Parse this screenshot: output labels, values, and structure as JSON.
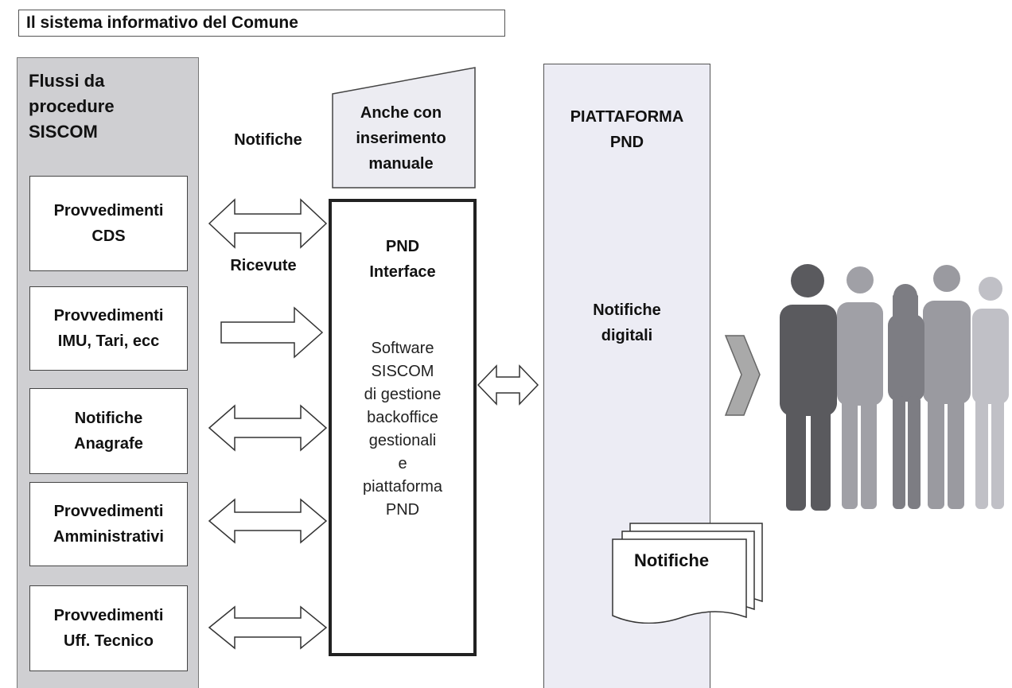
{
  "header": {
    "title": "Il sistema informativo del Comune"
  },
  "siscom": {
    "title": "Flussi da\nprocedure\nSISCOM",
    "procedures": [
      {
        "label": "Provvedimenti\nCDS",
        "arrow": "bidirectional"
      },
      {
        "label": "Provvedimenti\nIMU, Tari, ecc",
        "arrow": "right"
      },
      {
        "label": "Notifiche\nAnagrafe",
        "arrow": "bidirectional"
      },
      {
        "label": "Provvedimenti\nAmministrativi",
        "arrow": "bidirectional"
      },
      {
        "label": "Provvedimenti\nUff. Tecnico",
        "arrow": "bidirectional"
      }
    ]
  },
  "flow_labels": {
    "notifiche": "Notifiche",
    "ricevute": "Ricevute"
  },
  "manual_input": {
    "label": "Anche con\ninserimento\nmanuale"
  },
  "pnd_interface": {
    "title": "PND\nInterface",
    "description": "Software\nSISCOM\ndi gestione\nbackoffice\ngestionali\ne\npiattaforma\nPND"
  },
  "platform": {
    "title": "PIATTAFORMA\nPND",
    "notifications": "Notifiche\ndigitali",
    "document_label": "Notifiche"
  },
  "colors": {
    "siscom_bg": "#cfcfd2",
    "platform_bg": "#ececf4",
    "chevron": "#a9a9a9",
    "people": [
      "#5a5a5e",
      "#a0a0a6",
      "#7d7d83",
      "#9a9aa0",
      "#c0c0c6"
    ]
  },
  "icons": [
    "bidirectional-arrow-icon",
    "right-arrow-icon",
    "chevron-right-icon",
    "document-stack-icon",
    "people-silhouettes"
  ]
}
